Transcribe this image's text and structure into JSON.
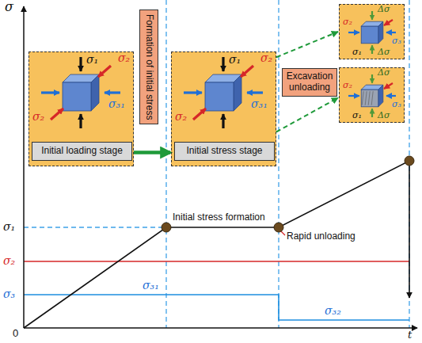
{
  "diagram": {
    "nodes": [
      {
        "text": [
          "σ₁",
          "σ₂",
          "σ₂",
          "σ₃₁"
        ]
      },
      {
        "text": [
          "Initial loading stage"
        ],
        "in": 0
      },
      {
        "text": [
          "Formation of initial stress"
        ]
      },
      {
        "text": [
          "σ₁",
          "σ₂",
          "σ₂",
          "σ₃₁"
        ]
      },
      {
        "text": [
          "Initial stress stage"
        ],
        "in": 3
      },
      {
        "text": [
          "Excavation unloading"
        ]
      },
      {
        "text": [
          "Δσ",
          "σ₂",
          "σ₃",
          "Δσ",
          "σ₁"
        ]
      },
      {
        "text": [
          "Δσ",
          "σ₂",
          "σ₃",
          "Δσ",
          "σ₁"
        ]
      }
    ],
    "edges": [
      {
        "from": 0,
        "to": 3,
        "arrow": "to"
      },
      {
        "from": 3,
        "to": 6,
        "arrow": "to"
      },
      {
        "from": 3,
        "to": 7,
        "arrow": "to"
      }
    ],
    "labels": [
      "σ",
      "t",
      "0",
      "σ₁",
      "σ₂",
      "σ₃",
      "Initial stress formation",
      "Rapid unloading",
      "σ₃₁",
      "σ₃₂"
    ]
  }
}
